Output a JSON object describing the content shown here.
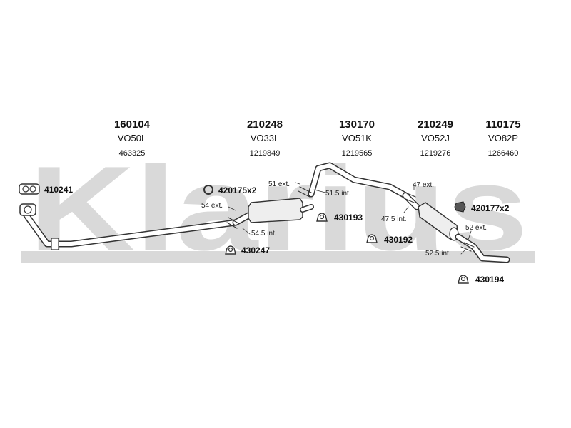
{
  "watermark": {
    "text": "Klarius"
  },
  "parts": [
    {
      "number": "160104",
      "code": "VO50L",
      "oe": "463325"
    },
    {
      "number": "210248",
      "code": "VO33L",
      "oe": "1219849"
    },
    {
      "number": "130170",
      "code": "VO51K",
      "oe": "1219565"
    },
    {
      "number": "210249",
      "code": "VO52J",
      "oe": "1219276"
    },
    {
      "number": "110175",
      "code": "VO82P",
      "oe": "1266460"
    }
  ],
  "accessories": {
    "gasket": "410241",
    "ring": "420175x2",
    "clamp_b": "430193",
    "clamp_a": "430247",
    "clamp_c": "430192",
    "clamp_d": "430194",
    "seal": "420177x2"
  },
  "dimensions": {
    "d54ext": "54 ext.",
    "d51ext": "51 ext.",
    "d515int": "51.5 int.",
    "d545int": "54.5 int.",
    "d47ext": "47 ext.",
    "d475int": "47.5 int.",
    "d52ext": "52 ext.",
    "d525int": "52.5 int."
  },
  "colors": {
    "watermark": "#d9d9d9",
    "line": "#333333",
    "part_fill": "#eeeeee"
  }
}
